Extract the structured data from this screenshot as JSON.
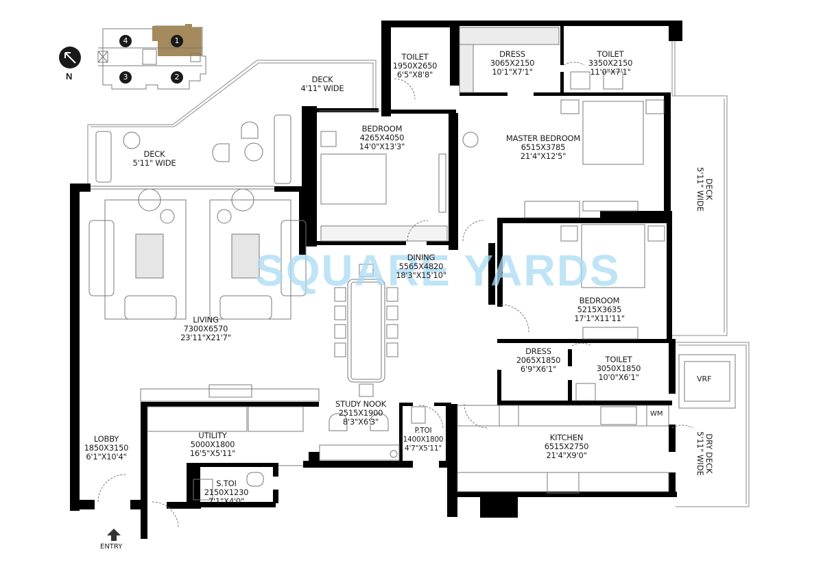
{
  "key_plan": {
    "north_label": "N",
    "units": [
      "1",
      "2",
      "3",
      "4"
    ],
    "highlighted_unit": "1",
    "highlight_color": "#a48a5c"
  },
  "watermark": "SQUARE YARDS",
  "rooms": {
    "deck_top": {
      "name": "DECK",
      "dim": "4'11\" WIDE"
    },
    "deck_left": {
      "name": "DECK",
      "dim": "5'11\" WIDE"
    },
    "deck_right": {
      "name": "DECK",
      "dim": "5'11\" WIDE"
    },
    "toilet_1": {
      "name": "TOILET",
      "dim_mm": "1950X2650",
      "dim_ft": "6'5\"X8'8\""
    },
    "dress_1": {
      "name": "DRESS",
      "dim_mm": "3065X2150",
      "dim_ft": "10'1\"X7'1\""
    },
    "toilet_2": {
      "name": "TOILET",
      "dim_mm": "3350X2150",
      "dim_ft": "11'0\"X7'1\""
    },
    "bedroom_1": {
      "name": "BEDROOM",
      "dim_mm": "4265X4050",
      "dim_ft": "14'0\"X13'3\""
    },
    "master_bedroom": {
      "name": "MASTER BEDROOM",
      "dim_mm": "6515X3785",
      "dim_ft": "21'4\"X12'5\""
    },
    "dining": {
      "name": "DINING",
      "dim_mm": "5565X4820",
      "dim_ft": "18'3\"X15'10\""
    },
    "living": {
      "name": "LIVING",
      "dim_mm": "7300X6570",
      "dim_ft": "23'11\"X21'7\""
    },
    "bedroom_2": {
      "name": "BEDROOM",
      "dim_mm": "5215X3635",
      "dim_ft": "17'1\"X11'11\""
    },
    "dress_2": {
      "name": "DRESS",
      "dim_mm": "2065X1850",
      "dim_ft": "6'9\"X6'1\""
    },
    "toilet_3": {
      "name": "TOILET",
      "dim_mm": "3050X1850",
      "dim_ft": "10'0\"X6'1\""
    },
    "study_nook": {
      "name": "STUDY NOOK",
      "dim_mm": "2515X1900",
      "dim_ft": "8'3\"X6'3\""
    },
    "p_toi": {
      "name": "P.TOI",
      "dim_mm": "1400X1800",
      "dim_ft": "4'7\"X5'11\""
    },
    "kitchen": {
      "name": "KITCHEN",
      "dim_mm": "6515X2750",
      "dim_ft": "21'4\"X9'0\""
    },
    "lobby": {
      "name": "LOBBY",
      "dim_mm": "1850X3150",
      "dim_ft": "6'1\"X10'4\""
    },
    "utility": {
      "name": "UTILITY",
      "dim_mm": "5000X1800",
      "dim_ft": "16'5\"X5'11\""
    },
    "s_toi": {
      "name": "S.TOI",
      "dim_mm": "2150X1230",
      "dim_ft": "7'1\"X4'0\""
    },
    "dry_deck": {
      "name": "DRY DECK",
      "dim": "5'11\" WIDE"
    }
  },
  "fixtures": {
    "wm": "WM",
    "vrf": "VRF"
  },
  "entry_label": "ENTRY",
  "colors": {
    "wall": "#000000",
    "line": "#777777",
    "watermark": "#a9dcf3"
  }
}
